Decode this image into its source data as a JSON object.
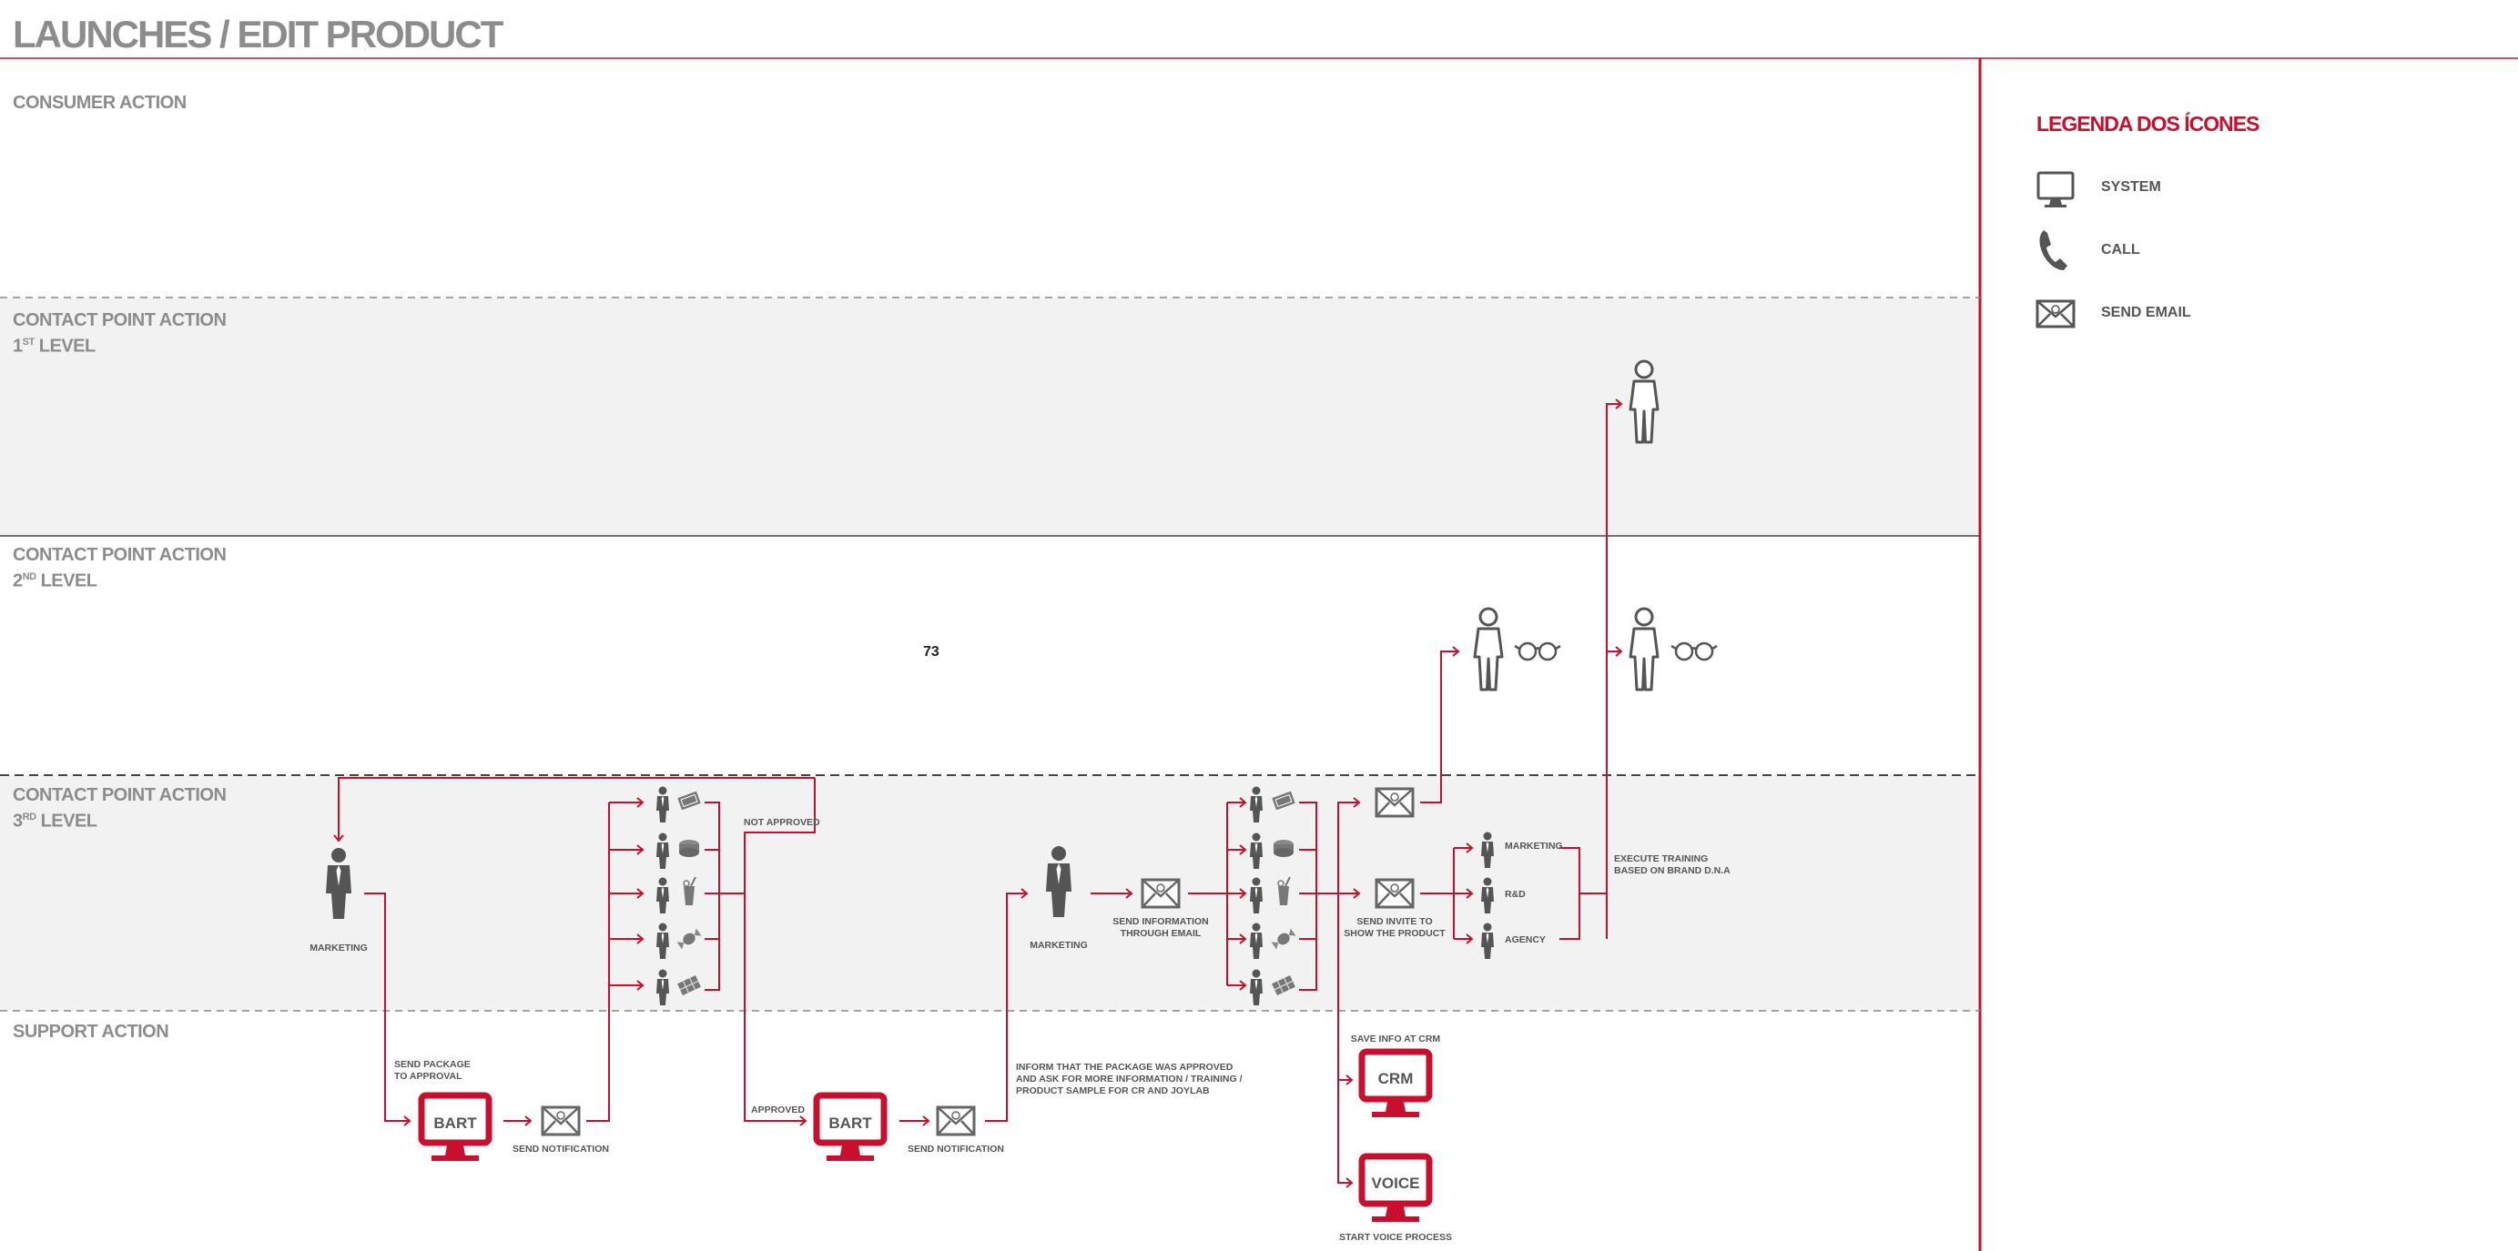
{
  "page_title": "LAUNCHES / EDIT PRODUCT",
  "page_number": "73",
  "lanes": {
    "consumer": "CONSUMER ACTION",
    "cp1_line1": "CONTACT POINT ACTION",
    "cp1_level": "1",
    "cp1_sup": "ST",
    "cp1_word": " LEVEL",
    "cp2_line1": "CONTACT POINT ACTION",
    "cp2_level": "2",
    "cp2_sup": "ND",
    "cp2_word": " LEVEL",
    "cp3_line1": "CONTACT POINT ACTION",
    "cp3_level": "3",
    "cp3_sup": "RD",
    "cp3_word": " LEVEL",
    "support": "SUPPORT ACTION"
  },
  "legend": {
    "title": "LEGENDA DOS ÍCONES",
    "items": [
      {
        "icon": "monitor-icon",
        "label": "SYSTEM"
      },
      {
        "icon": "phone-icon",
        "label": "CALL"
      },
      {
        "icon": "envelope-icon",
        "label": "SEND EMAIL"
      }
    ]
  },
  "labels": {
    "marketing1": "MARKETING",
    "send_package_1": "SEND PACKAGE",
    "send_package_2": "TO APPROVAL",
    "bart1": "BART",
    "send_notification1": "SEND NOTIFICATION",
    "not_approved": "NOT APPROVED",
    "approved": "APPROVED",
    "bart2": "BART",
    "send_notification2": "SEND NOTIFICATION",
    "inform_1": "INFORM THAT THE PACKAGE WAS APPROVED",
    "inform_2": "AND ASK FOR MORE INFORMATION / TRAINING /",
    "inform_3": "PRODUCT SAMPLE FOR CR AND JOYLAB",
    "marketing2": "MARKETING",
    "send_info_1": "SEND INFORMATION",
    "send_info_2": "THROUGH EMAIL",
    "send_invite_1": "SEND INVITE TO",
    "send_invite_2": "SHOW THE PRODUCT",
    "team_marketing": "MARKETING",
    "team_rd": "R&D",
    "team_agency": "AGENCY",
    "execute_1": "EXECUTE TRAINING",
    "execute_2": "BASED ON BRAND D.N.A",
    "save_info_crm": "SAVE INFO AT CRM",
    "crm": "CRM",
    "voice": "VOICE",
    "start_voice": "START VOICE PROCESS"
  },
  "colors": {
    "accent": "#c8102e",
    "icon_gray": "#555555",
    "label_gray": "#8c8c8c",
    "band_fill": "#f2f2f2"
  }
}
